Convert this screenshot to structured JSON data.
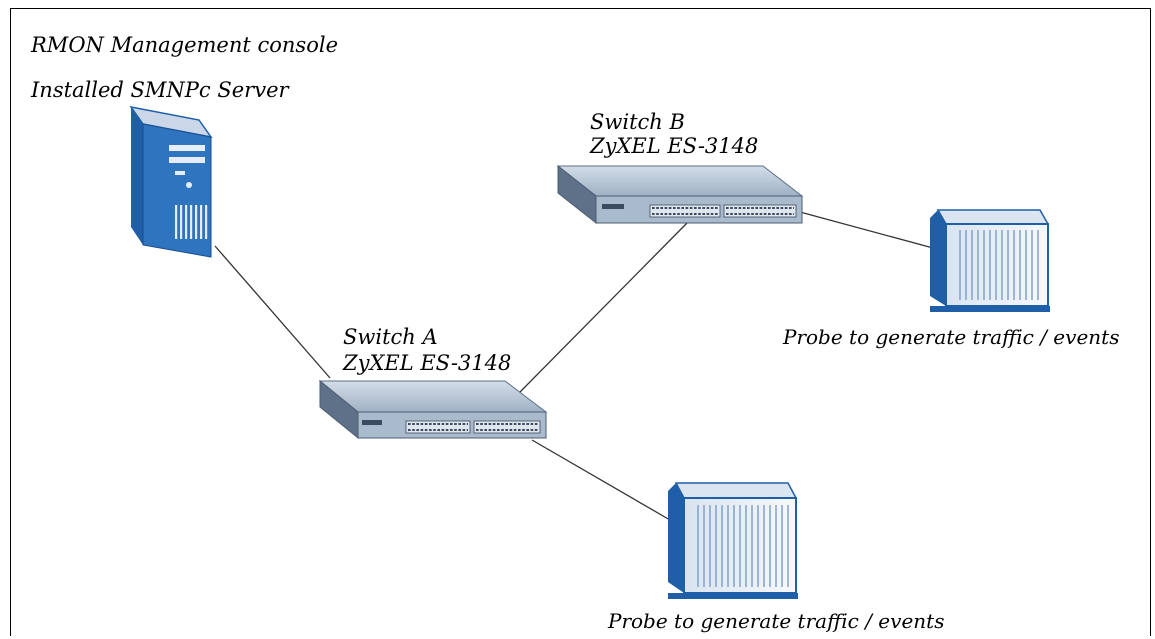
{
  "diagram": {
    "console_label": "RMON Management console",
    "server_label": "Installed SMNPc Server",
    "switch_b": {
      "name": "Switch B",
      "model": "ZyXEL ES-3148"
    },
    "switch_a": {
      "name": "Switch A",
      "model": "ZyXEL ES-3148"
    },
    "probe_right_label": "Probe to generate traffic / events",
    "probe_bottom_label": "Probe to generate traffic / events"
  },
  "colors": {
    "line": "#333333",
    "device_blue": "#1f5fa8",
    "device_light": "#e6edf6",
    "switch_gray": "#b8c7d8",
    "switch_dark": "#6d7e93"
  },
  "icons": [
    "server-icon",
    "switch-icon",
    "probe-icon"
  ]
}
